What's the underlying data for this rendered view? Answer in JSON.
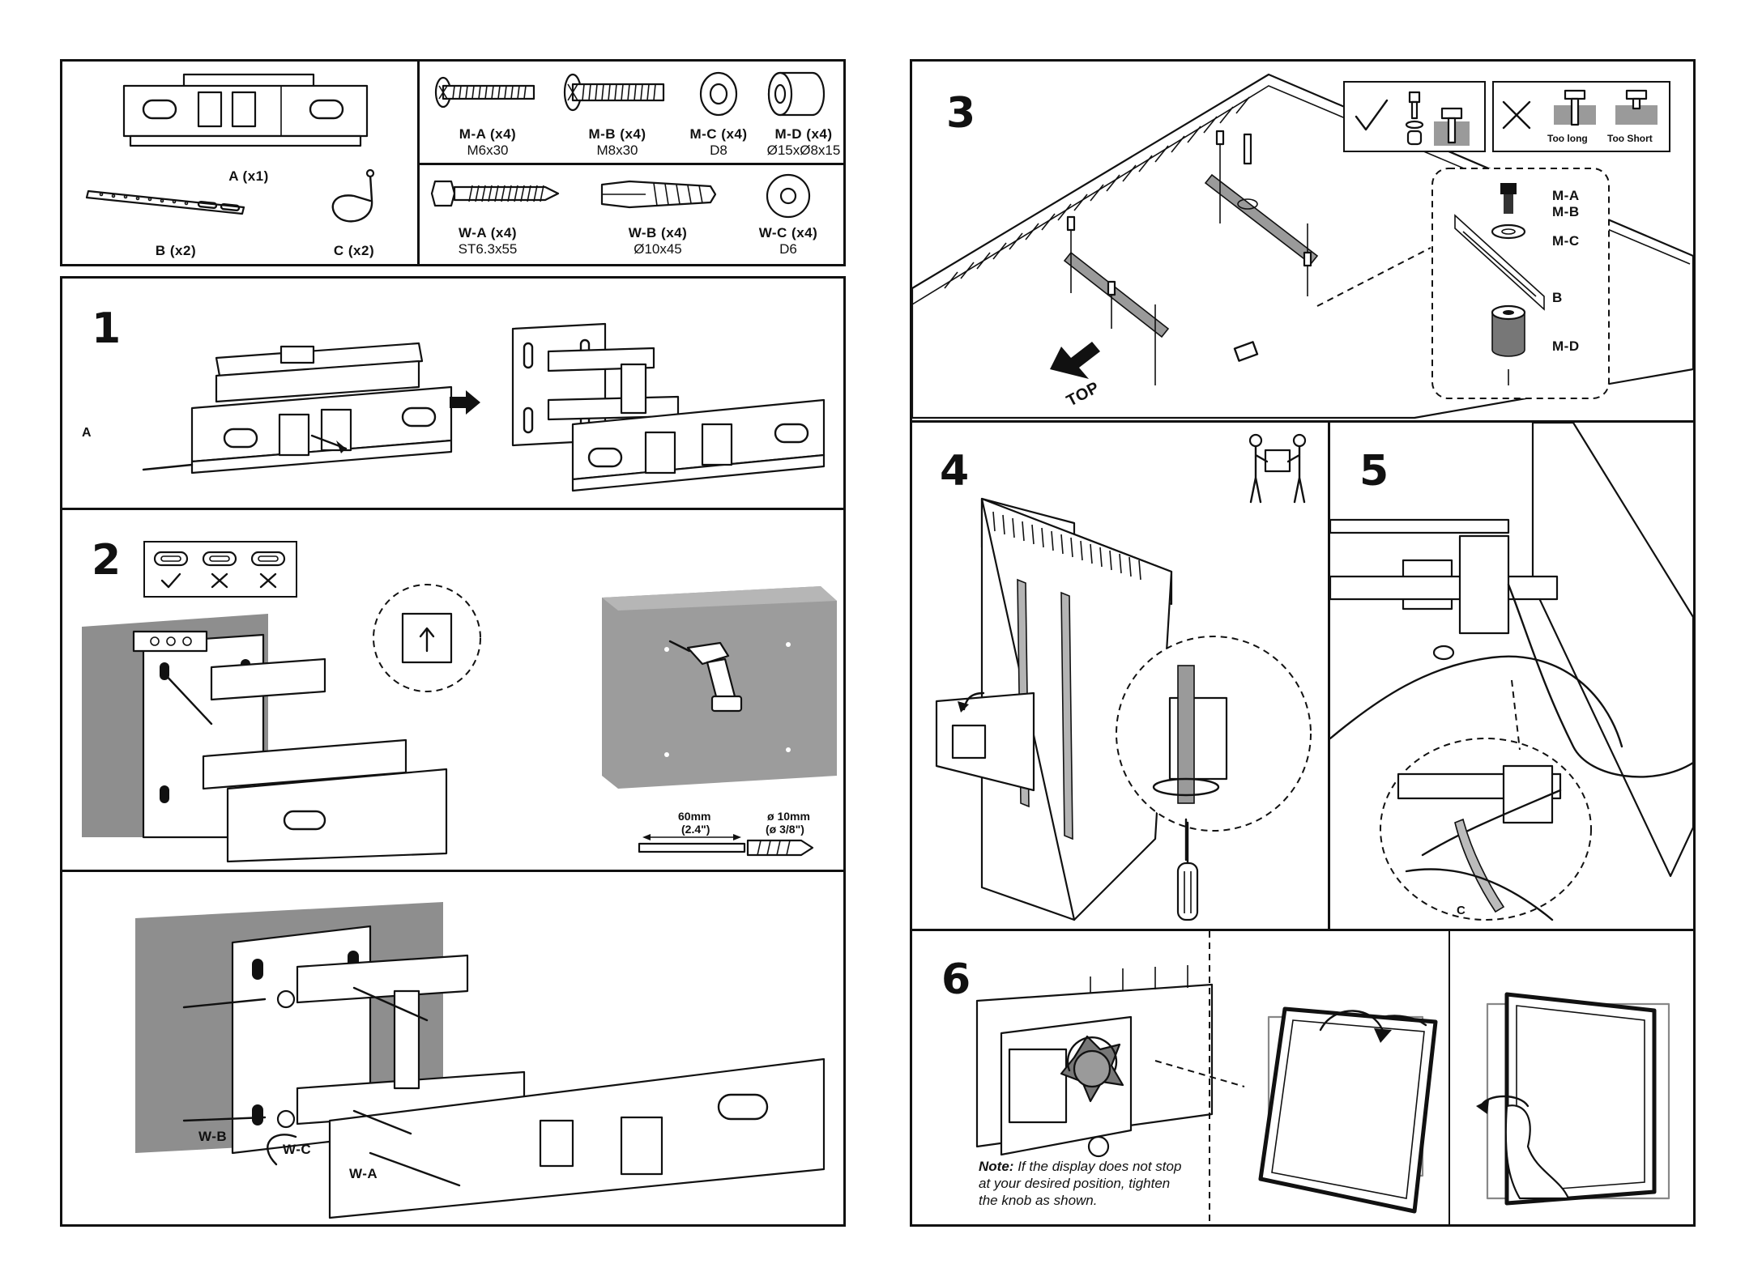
{
  "parts": {
    "A": {
      "label": "A (x1)"
    },
    "B": {
      "label": "B (x2)"
    },
    "C": {
      "label": "C (x2)"
    },
    "MA": {
      "label": "M-A (x4)",
      "spec": "M6x30"
    },
    "MB": {
      "label": "M-B (x4)",
      "spec": "M8x30"
    },
    "MC": {
      "label": "M-C (x4)",
      "spec": "D8"
    },
    "MD": {
      "label": "M-D (x4)",
      "spec": "Ø15xØ8x15"
    },
    "WA": {
      "label": "W-A (x4)",
      "spec": "ST6.3x55"
    },
    "WB": {
      "label": "W-B (x4)",
      "spec": "Ø10x45"
    },
    "WC": {
      "label": "W-C (x4)",
      "spec": "D6"
    }
  },
  "steps": {
    "s1": {
      "number": "1",
      "callout_a": "A"
    },
    "s2": {
      "number": "2",
      "drill_depth": "60mm",
      "drill_depth_in": "(2.4\")",
      "drill_diameter": "ø 10mm",
      "drill_diameter_in": "(ø 3/8\")",
      "callout_wb": "W-B",
      "callout_wc": "W-C",
      "callout_wa": "W-A"
    },
    "s3": {
      "number": "3",
      "top_label": "TOP",
      "too_long": "Too long",
      "too_short": "Too Short",
      "callout_ma": "M-A",
      "callout_mb": "M-B",
      "callout_mc": "M-C",
      "callout_b": "B",
      "callout_md": "M-D"
    },
    "s4": {
      "number": "4"
    },
    "s5": {
      "number": "5",
      "callout_c": "C"
    },
    "s6": {
      "number": "6",
      "note_bold": "Note:",
      "note_text": "If the display does not stop at your desired position, tighten the knob as shown."
    }
  },
  "icons": [
    "check-icon",
    "cross-icon",
    "people-carry-icon",
    "drill-icon",
    "screwdriver-icon",
    "arrow-icon"
  ],
  "colors": {
    "ink": "#111111",
    "wall": "#8e8e8e",
    "paper": "#ffffff"
  }
}
